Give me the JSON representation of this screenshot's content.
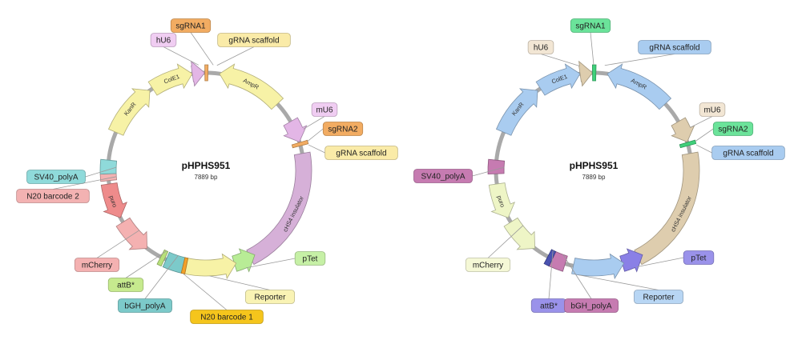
{
  "maps": [
    {
      "title": "pHPHS951",
      "size": "7889 bp",
      "colors": {
        "hU6": "#e3b6e6",
        "sgRNA": "#f2ac62",
        "scaffold": "#faeba8",
        "AmpR": "#f7f2a6",
        "mU6": "#e3b6e6",
        "insulator": "#d6b0d8",
        "pTet": "#b8ec96",
        "Reporter": "#f7f2a6",
        "barcode1": "#f3a12a",
        "bGH": "#7ccaca",
        "attB": "#b8e07a",
        "mCherry": "#f4b1b1",
        "puro": "#ee8b8b",
        "barcode2": "#f3b2b2",
        "SV40": "#8fdada",
        "KanR": "#f7f2a6",
        "ColE1": "#f7f2a6"
      },
      "features": [
        {
          "name": "AmpR",
          "color": "#f7f2a6",
          "arrow": "ccw"
        },
        {
          "name": "cHS4 insulator",
          "color": "#d6b0d8",
          "arrow": "none"
        },
        {
          "name": "pTet",
          "color": "#b8ec96",
          "arrow": "ccw"
        },
        {
          "name": "Reporter",
          "color": "#f7f2a6",
          "arrow": "ccw"
        },
        {
          "name": "mCherry",
          "color": "#f4b1b1",
          "arrow": "ccw"
        },
        {
          "name": "puro",
          "color": "#ee8b8b",
          "arrow": "ccw"
        },
        {
          "name": "KanR",
          "color": "#f7f2a6",
          "arrow": "cw"
        },
        {
          "name": "ColE1",
          "color": "#f7f2a6",
          "arrow": "cw"
        },
        {
          "name": "hU6",
          "color": "#e3b6e6",
          "arrow": "cw"
        },
        {
          "name": "mU6",
          "color": "#e3b6e6",
          "arrow": "cw"
        },
        {
          "name": "sgRNA1",
          "color": "#f2ac62",
          "arrow": "none"
        },
        {
          "name": "sgRNA2",
          "color": "#f2ac62",
          "arrow": "none"
        },
        {
          "name": "bGH_polyA",
          "color": "#7ccaca",
          "arrow": "none"
        },
        {
          "name": "attB*",
          "color": "#b8e07a",
          "arrow": "none"
        },
        {
          "name": "N20 barcode 1",
          "color": "#f3a12a",
          "arrow": "none"
        },
        {
          "name": "N20 barcode 2",
          "color": "#f3b2b2",
          "arrow": "none"
        },
        {
          "name": "SV40_polyA",
          "color": "#8fdada",
          "arrow": "none"
        }
      ],
      "callouts": [
        {
          "text": "sgRNA1",
          "color": "#f2ac62"
        },
        {
          "text": "hU6",
          "color": "#f0cdf2"
        },
        {
          "text": "gRNA scaffold",
          "color": "#faeba8"
        },
        {
          "text": "mU6",
          "color": "#f0cdf2"
        },
        {
          "text": "sgRNA2",
          "color": "#f2ac62"
        },
        {
          "text": "gRNA scaffold",
          "color": "#faeba8"
        },
        {
          "text": "SV40_polyA",
          "color": "#8fdada"
        },
        {
          "text": "N20 barcode 2",
          "color": "#f3b2b2"
        },
        {
          "text": "pTet",
          "color": "#c6f0a6"
        },
        {
          "text": "mCherry",
          "color": "#f4b1b1"
        },
        {
          "text": "attB*",
          "color": "#c6ea8e"
        },
        {
          "text": "Reporter",
          "color": "#f9f3b4"
        },
        {
          "text": "bGH_polyA",
          "color": "#7ccaca"
        },
        {
          "text": "N20 barcode 1",
          "color": "#f5c51c"
        }
      ]
    },
    {
      "title": "pHPHS951",
      "size": "7889 bp",
      "features": [
        {
          "name": "AmpR",
          "color": "#a9ccf0",
          "arrow": "ccw"
        },
        {
          "name": "cHS4 insulator",
          "color": "#decdae",
          "arrow": "none"
        },
        {
          "name": "pTet",
          "color": "#8a80e6",
          "arrow": "ccw"
        },
        {
          "name": "Reporter",
          "color": "#a9ccf0",
          "arrow": "ccw"
        },
        {
          "name": "mCherry",
          "color": "#eef5c6",
          "arrow": "ccw"
        },
        {
          "name": "puro",
          "color": "#eef5c6",
          "arrow": "ccw"
        },
        {
          "name": "KanR",
          "color": "#a9ccf0",
          "arrow": "cw"
        },
        {
          "name": "ColE1",
          "color": "#a9ccf0",
          "arrow": "cw"
        },
        {
          "name": "hU6",
          "color": "#decdae",
          "arrow": "cw"
        },
        {
          "name": "mU6",
          "color": "#decdae",
          "arrow": "cw"
        },
        {
          "name": "sgRNA1",
          "color": "#3fd07a",
          "arrow": "none"
        },
        {
          "name": "sgRNA2",
          "color": "#3fd07a",
          "arrow": "none"
        },
        {
          "name": "bGH_polyA",
          "color": "#c67bb1",
          "arrow": "none"
        },
        {
          "name": "attB*",
          "color": "#4a52b0",
          "arrow": "none"
        },
        {
          "name": "SV40_polyA",
          "color": "#c67bb1",
          "arrow": "none"
        }
      ],
      "callouts": [
        {
          "text": "sgRNA1",
          "color": "#6be39a"
        },
        {
          "text": "hU6",
          "color": "#f2e6d4"
        },
        {
          "text": "gRNA scaffold",
          "color": "#a9ccf0"
        },
        {
          "text": "mU6",
          "color": "#f2e6d4"
        },
        {
          "text": "sgRNA2",
          "color": "#6be39a"
        },
        {
          "text": "gRNA scaffold",
          "color": "#a9ccf0"
        },
        {
          "text": "SV40_polyA",
          "color": "#c67bb1"
        },
        {
          "text": "pTet",
          "color": "#9a92ea"
        },
        {
          "text": "mCherry",
          "color": "#f5f8d6"
        },
        {
          "text": "Reporter",
          "color": "#b8d6f4"
        },
        {
          "text": "attB*",
          "color": "#9a92ea"
        },
        {
          "text": "bGH_polyA",
          "color": "#c67bb1"
        }
      ]
    }
  ]
}
